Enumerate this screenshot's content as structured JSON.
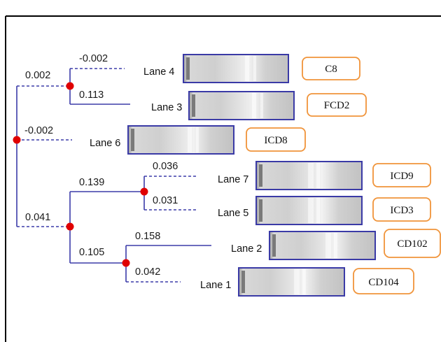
{
  "colors": {
    "branch_line": "#3b3ba8",
    "node": "#e00000",
    "gel_border": "#3a3aa6",
    "name_box_border": "#f0943a",
    "frame_border": "#000000"
  },
  "branches": {
    "lane4": "-0.002",
    "lane3": "0.113",
    "lane4_lane3_clade": "0.002",
    "lane6": "-0.002",
    "lane7": "0.036",
    "lane5": "0.031",
    "lane7_lane5_clade": "0.139",
    "lane2": "0.158",
    "lane1": "0.042",
    "lane2_lane1_clade": "0.105",
    "lower_clade": "0.041"
  },
  "lanes": [
    {
      "id": "lane4",
      "label": "Lane 4",
      "name": "C8"
    },
    {
      "id": "lane3",
      "label": "Lane 3",
      "name": "FCD2"
    },
    {
      "id": "lane6",
      "label": "Lane 6",
      "name": "ICD8"
    },
    {
      "id": "lane7",
      "label": "Lane 7",
      "name": "ICD9"
    },
    {
      "id": "lane5",
      "label": "Lane 5",
      "name": "ICD3"
    },
    {
      "id": "lane2",
      "label": "Lane 2",
      "name": "CD102"
    },
    {
      "id": "lane1",
      "label": "Lane 1",
      "name": "CD104"
    }
  ]
}
